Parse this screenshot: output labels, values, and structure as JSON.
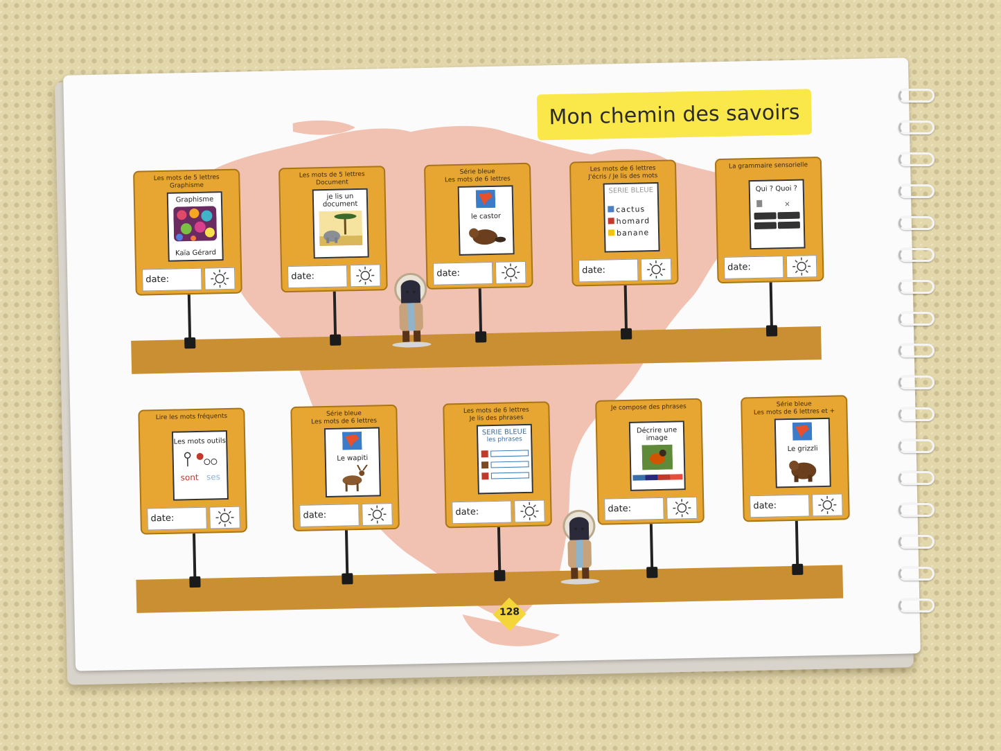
{
  "title": "Mon chemin des savoirs",
  "page_number": "128",
  "date_label": "date:",
  "row1": [
    {
      "caption_line1": "Les mots de 5 lettres",
      "caption_line2": "Graphisme",
      "inner_top": "Graphisme",
      "inner_bottom": "Kaïa Gérard",
      "pic": "colorful-circles-painting"
    },
    {
      "caption_line1": "Les mots de 5 lettres",
      "caption_line2": "Document",
      "inner_top": "je lis un document",
      "inner_bottom": "",
      "pic": "savanna-elephant"
    },
    {
      "caption_line1": "Série bleue",
      "caption_line2": "Les mots de 6 lettres",
      "inner_top": "le castor",
      "inner_bottom": "",
      "pic": "beaver"
    },
    {
      "caption_line1": "Les mots de 6 lettres",
      "caption_line2": "J'écris / Je lis des mots",
      "inner_top": "SERIE BLEUE",
      "inner_bottom": "",
      "words": [
        "cactus",
        "homard",
        "banane"
      ],
      "pic": "word-list"
    },
    {
      "caption_line1": "La grammaire sensorielle",
      "caption_line2": "",
      "inner_top": "Qui ? Quoi ?",
      "inner_bottom": "",
      "pic": "grammar-symbols"
    }
  ],
  "row2": [
    {
      "caption_line1": "Lire les mots fréquents",
      "caption_line2": "",
      "inner_top": "Les mots outils",
      "inner_bottom": "",
      "words": [
        "sont",
        "ses"
      ],
      "pic": "tool-words"
    },
    {
      "caption_line1": "Série bleue",
      "caption_line2": "Les mots de 6 lettres",
      "inner_top": "Le wapiti",
      "inner_bottom": "",
      "pic": "elk"
    },
    {
      "caption_line1": "Les mots de 6 lettres",
      "caption_line2": "Je lis des phrases",
      "inner_top": "SERIE BLEUE",
      "inner_bottom": "les phrases",
      "pic": "sentence-list"
    },
    {
      "caption_line1": "Je compose des phrases",
      "caption_line2": "",
      "inner_top": "Décrire une image",
      "inner_bottom": "",
      "pic": "robin-bird"
    },
    {
      "caption_line1": "Série bleue",
      "caption_line2": "Les mots de 6 lettres et +",
      "inner_top": "Le grizzli",
      "inner_bottom": "",
      "pic": "grizzly-bear"
    }
  ],
  "colors": {
    "card": "#e7a632",
    "shelf": "#c98f32",
    "banner": "#fae84a",
    "map": "#f1c1b2"
  },
  "icons": [
    "sun-icon",
    "inuit-child-figure",
    "map-north-america"
  ]
}
